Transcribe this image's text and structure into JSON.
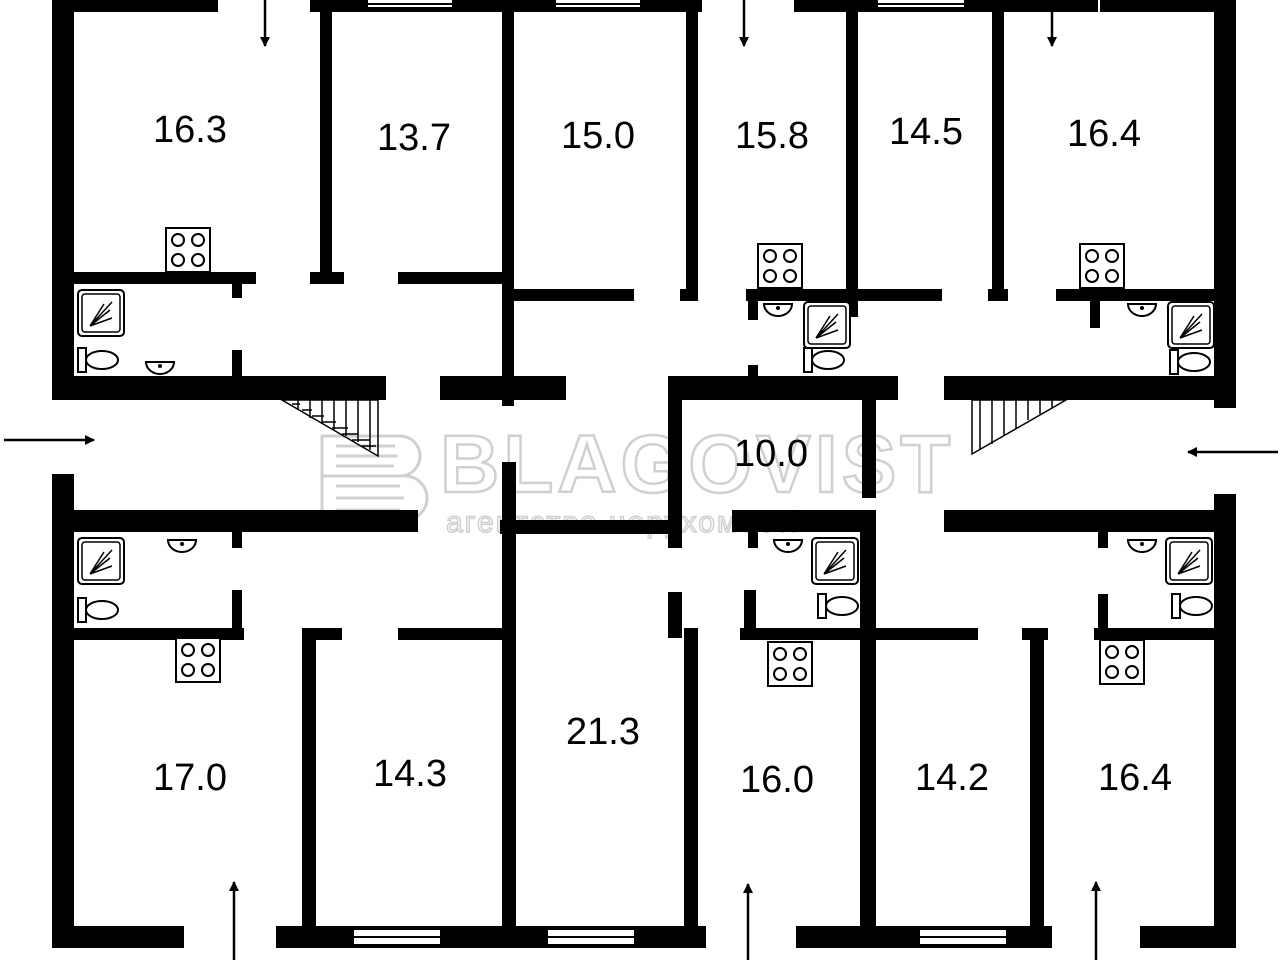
{
  "plan": {
    "rooms": [
      {
        "id": "r1",
        "area": "16.3"
      },
      {
        "id": "r2",
        "area": "13.7"
      },
      {
        "id": "r3",
        "area": "15.0"
      },
      {
        "id": "r4",
        "area": "15.8"
      },
      {
        "id": "r5",
        "area": "14.5"
      },
      {
        "id": "r6",
        "area": "16.4"
      },
      {
        "id": "r7",
        "area": "10.0"
      },
      {
        "id": "r8",
        "area": "17.0"
      },
      {
        "id": "r9",
        "area": "14.3"
      },
      {
        "id": "r10",
        "area": "21.3"
      },
      {
        "id": "r11",
        "area": "16.0"
      },
      {
        "id": "r12",
        "area": "14.2"
      },
      {
        "id": "r13",
        "area": "16.4"
      }
    ]
  },
  "watermark": {
    "title": "BLAGOVIST",
    "subtitle": "агентство нерухомості"
  },
  "colors": {
    "wall": "#000000",
    "watermark": "#d0d0d0"
  }
}
